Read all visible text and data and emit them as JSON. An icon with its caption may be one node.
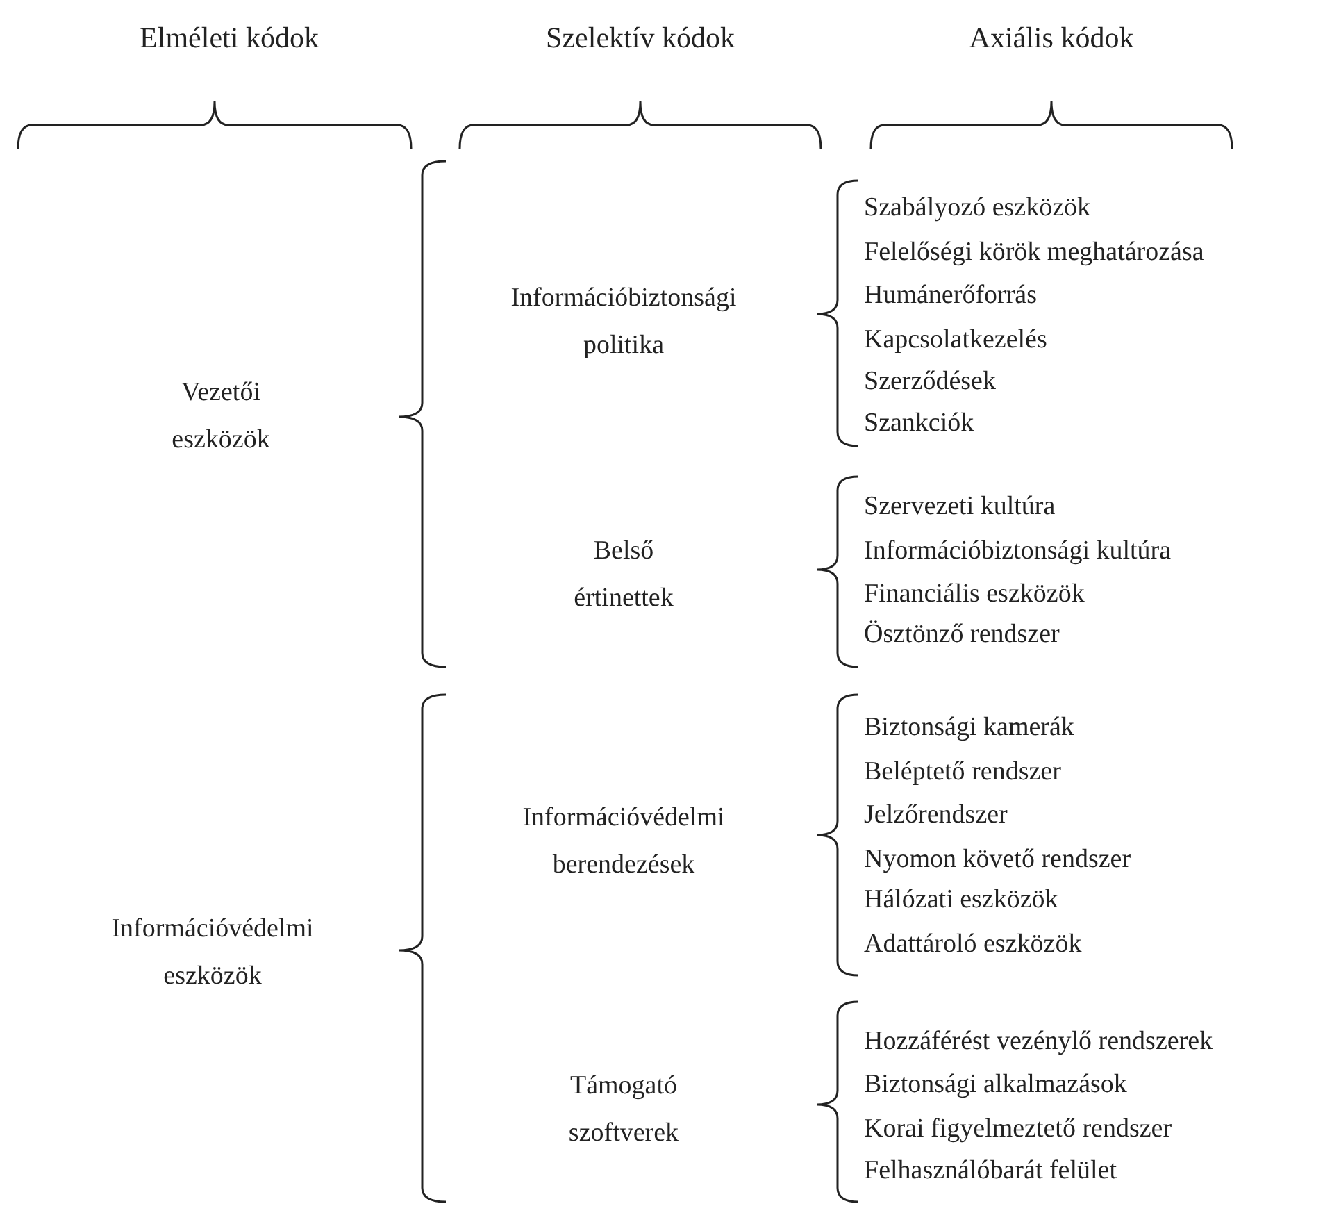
{
  "diagram": {
    "labels": [
      "Elméleti kódok",
      "Szelektív kódok",
      "Axiális kódok",
      "Vezetői eszközök",
      "Információbiztonsági politika",
      "Szabályozó eszközök",
      "Felelőségi körök meghatározása",
      "Humánerőforrás",
      "Kapcsolatkezelés",
      "Szerződések",
      "Szankciók",
      "Belső értinettek",
      "Szervezeti kultúra",
      "Információbiztonsági kultúra",
      "Financiális eszközök",
      "Ösztönző rendszer",
      "Információvédelmi eszközök",
      "Információvédelmi berendezések",
      "Biztonsági kamerák",
      "Beléptető rendszer",
      "Jelzőrendszer",
      "Nyomon követő rendszer",
      "Hálózati eszközök",
      "Adattároló eszközök",
      "Támogató szoftverek",
      "Hozzáférést vezénylő rendszerek",
      "Biztonsági alkalmazások",
      "Korai figyelmeztető rendszer",
      "Felhasználóbarát felület"
    ]
  }
}
